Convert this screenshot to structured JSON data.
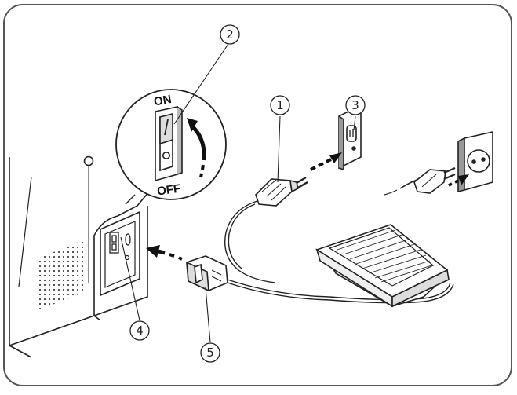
{
  "colors": {
    "line": "#222222",
    "frame": "#555555",
    "fill": "#ffffff",
    "shade": "#9a9a9a"
  },
  "switch": {
    "on_label": "ON",
    "off_label": "OFF",
    "on_glyph": "I",
    "off_glyph": "O"
  },
  "callouts": [
    {
      "id": "power-plug",
      "label": "1"
    },
    {
      "id": "power-switch",
      "label": "2"
    },
    {
      "id": "wall-outlet",
      "label": "3"
    },
    {
      "id": "machine-socket",
      "label": "4"
    },
    {
      "id": "machine-plug",
      "label": "5"
    }
  ],
  "icons": [
    "power-plug-icon",
    "wall-outlet-icon",
    "euro-plug-icon",
    "euro-socket-icon",
    "foot-controller-icon",
    "power-switch-icon"
  ]
}
